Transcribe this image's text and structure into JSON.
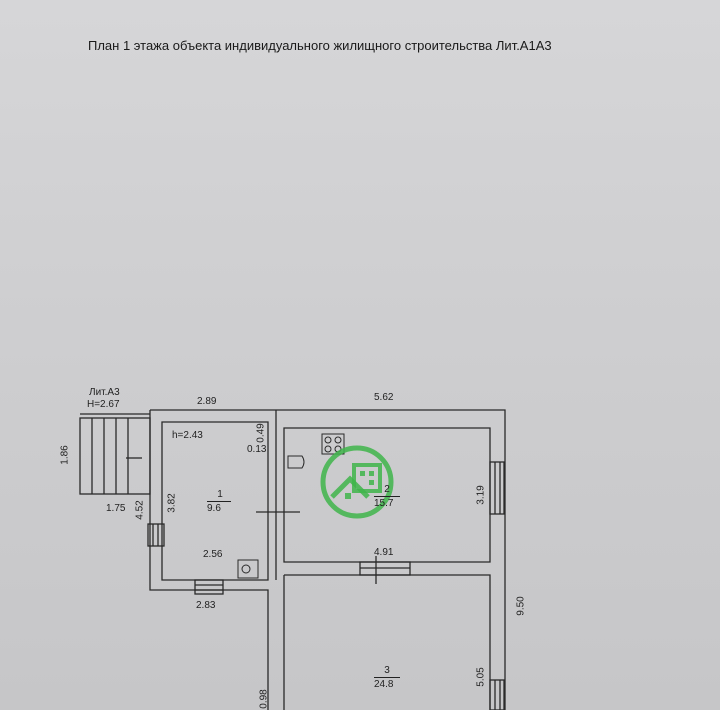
{
  "title": "План 1 этажа объекта индивидуального жилищного строительства Лит.А1А3",
  "annex": {
    "name": "Лит.А3",
    "height": "H=2.67"
  },
  "dimensions": {
    "d_289": "2.89",
    "d_562": "5.62",
    "d_186": "1.86",
    "d_175": "1.75",
    "d_452": "4.52",
    "d_382": "3.82",
    "d_049": "0.49",
    "d_013": "0.13",
    "d_256": "2.56",
    "d_283": "2.83",
    "d_319": "3.19",
    "d_491": "4.91",
    "d_950": "9.50",
    "d_505": "5.05",
    "d_098": "0.98"
  },
  "ceiling_height": "h=2.43",
  "rooms": [
    {
      "number": "1",
      "area": "9.6"
    },
    {
      "number": "2",
      "area": "15.7"
    },
    {
      "number": "3",
      "area": "24.8"
    }
  ],
  "colors": {
    "logo_green": "#3fb54a",
    "wall_line": "#2a2a2a"
  },
  "icons": [
    "house-logo-icon",
    "stove-icon",
    "sink-icon",
    "boiler-icon"
  ]
}
